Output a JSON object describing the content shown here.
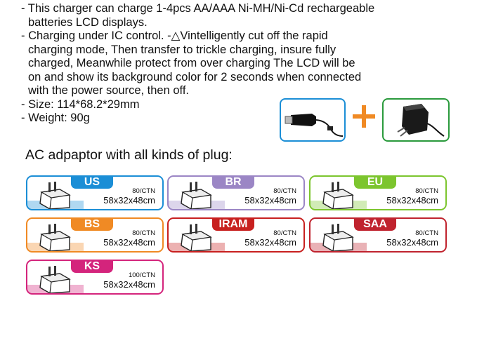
{
  "spec": {
    "l1": "- This charger can charge 1-4pcs AA/AAA Ni-MH/Ni-Cd rechargeable",
    "l2": "batteries LCD displays.",
    "l3": "- Charging under IC control. -△Vintelligently cut off the rapid",
    "l4": "charging mode, Then transfer to trickle charging, insure fully",
    "l5": "charged, Meanwhile protect from over charging The LCD will be",
    "l6": "on and show its background color for 2 seconds when connected",
    "l7": "with the power source, then off.",
    "l8": "- Size: 114*68.2*29mm",
    "l9": "- Weight: 90g"
  },
  "heading": "AC adpaptor with all kinds of plug:",
  "colors": {
    "us": "#1b8ed6",
    "br": "#9b86c5",
    "eu": "#7cc52e",
    "bs": "#f08a24",
    "iram": "#c8201f",
    "saa": "#c0232e",
    "ks": "#d4247c",
    "plus": "#f08a24",
    "car": "#1b8ed6",
    "wall": "#2a9a3c"
  },
  "plugs": [
    {
      "code": "US",
      "qty": "80/CTN",
      "size": "58x32x48cm"
    },
    {
      "code": "BR",
      "qty": "80/CTN",
      "size": "58x32x48cm"
    },
    {
      "code": "EU",
      "qty": "80/CTN",
      "size": "58x32x48cm"
    },
    {
      "code": "BS",
      "qty": "80/CTN",
      "size": "58x32x48cm"
    },
    {
      "code": "IRAM",
      "qty": "80/CTN",
      "size": "58x32x48cm"
    },
    {
      "code": "SAA",
      "qty": "80/CTN",
      "size": "58x32x48cm"
    },
    {
      "code": "KS",
      "qty": "100/CTN",
      "size": "58x32x48cm"
    }
  ],
  "icons": {
    "car": "car-charger-icon",
    "wall": "wall-adapter-icon",
    "plus": "plus-icon",
    "plug": "plug-adapter-icon"
  }
}
